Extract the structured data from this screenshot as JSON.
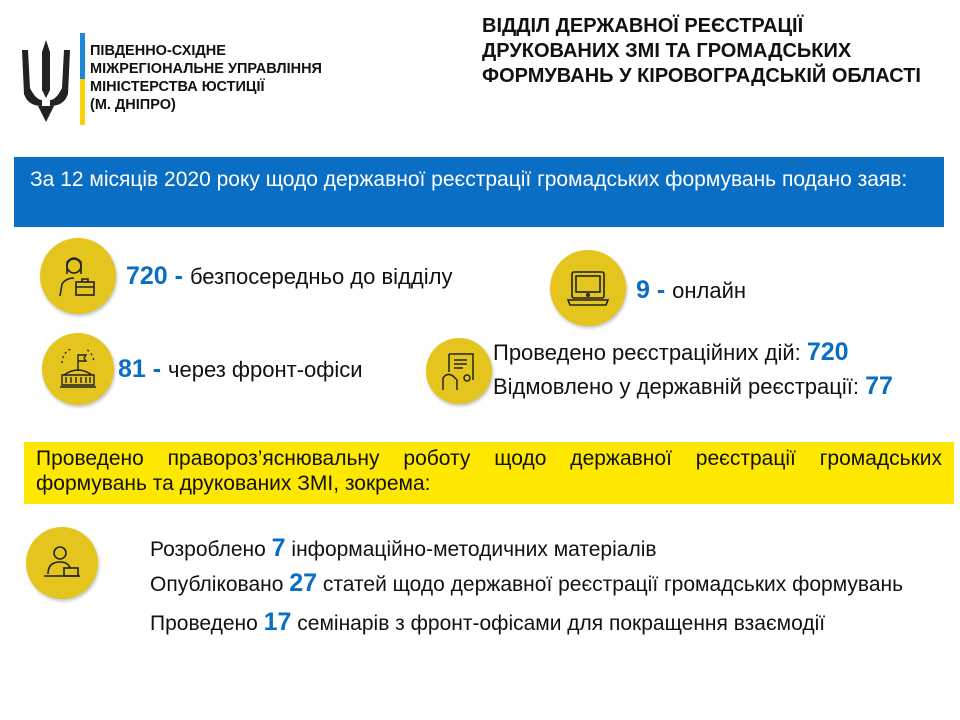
{
  "logo": {
    "lines": [
      "ПІВДЕННО-СХІДНЕ",
      "МІЖРЕГІОНАЛЬНЕ УПРАВЛІННЯ",
      "МІНІСТЕРСТВА ЮСТИЦІЇ",
      "(М. ДНІПРО)"
    ]
  },
  "title": "ВІДДІЛ ДЕРЖАВНОЇ РЕЄСТРАЦІЇ ДРУКОВАНИХ ЗМІ ТА ГРОМАДСЬКИХ ФОРМУВАНЬ У КІРОВОГРАДСЬКІЙ ОБЛАСТІ",
  "intro": "За 12 місяців 2020 року щодо державної реєстрації громадських формувань подано заяв:",
  "stats": {
    "direct": {
      "value": "720",
      "dash": " - ",
      "label": "безпосередньо до відділу"
    },
    "online": {
      "value": "9",
      "dash": " - ",
      "label": "онлайн"
    },
    "front": {
      "value": "81",
      "dash": " - ",
      "label": "через фронт-офіси"
    },
    "actions": {
      "label": "Проведено реєстраційних дій: ",
      "value": "720"
    },
    "refused": {
      "label": "Відмовлено у державній реєстрації: ",
      "value": "77"
    }
  },
  "work_banner": "Проведено правороз’яснювальну роботу щодо державної реєстрації громадських формувань та друкованих ЗМІ, зокрема:",
  "work": [
    {
      "pre": "Розроблено ",
      "value": "7",
      "post": " інформаційно-методичних матеріалів"
    },
    {
      "pre": "Опубліковано ",
      "value": "27",
      "post": " статей щодо державної реєстрації громадських формувань"
    },
    {
      "pre": "Проведено ",
      "value": "17",
      "post": " семінарів з фронт-офісами для покращення взаємодії"
    }
  ],
  "colors": {
    "blue": "#0a6ec4",
    "yellow": "#ffe800",
    "circle": "#e4c51d"
  }
}
